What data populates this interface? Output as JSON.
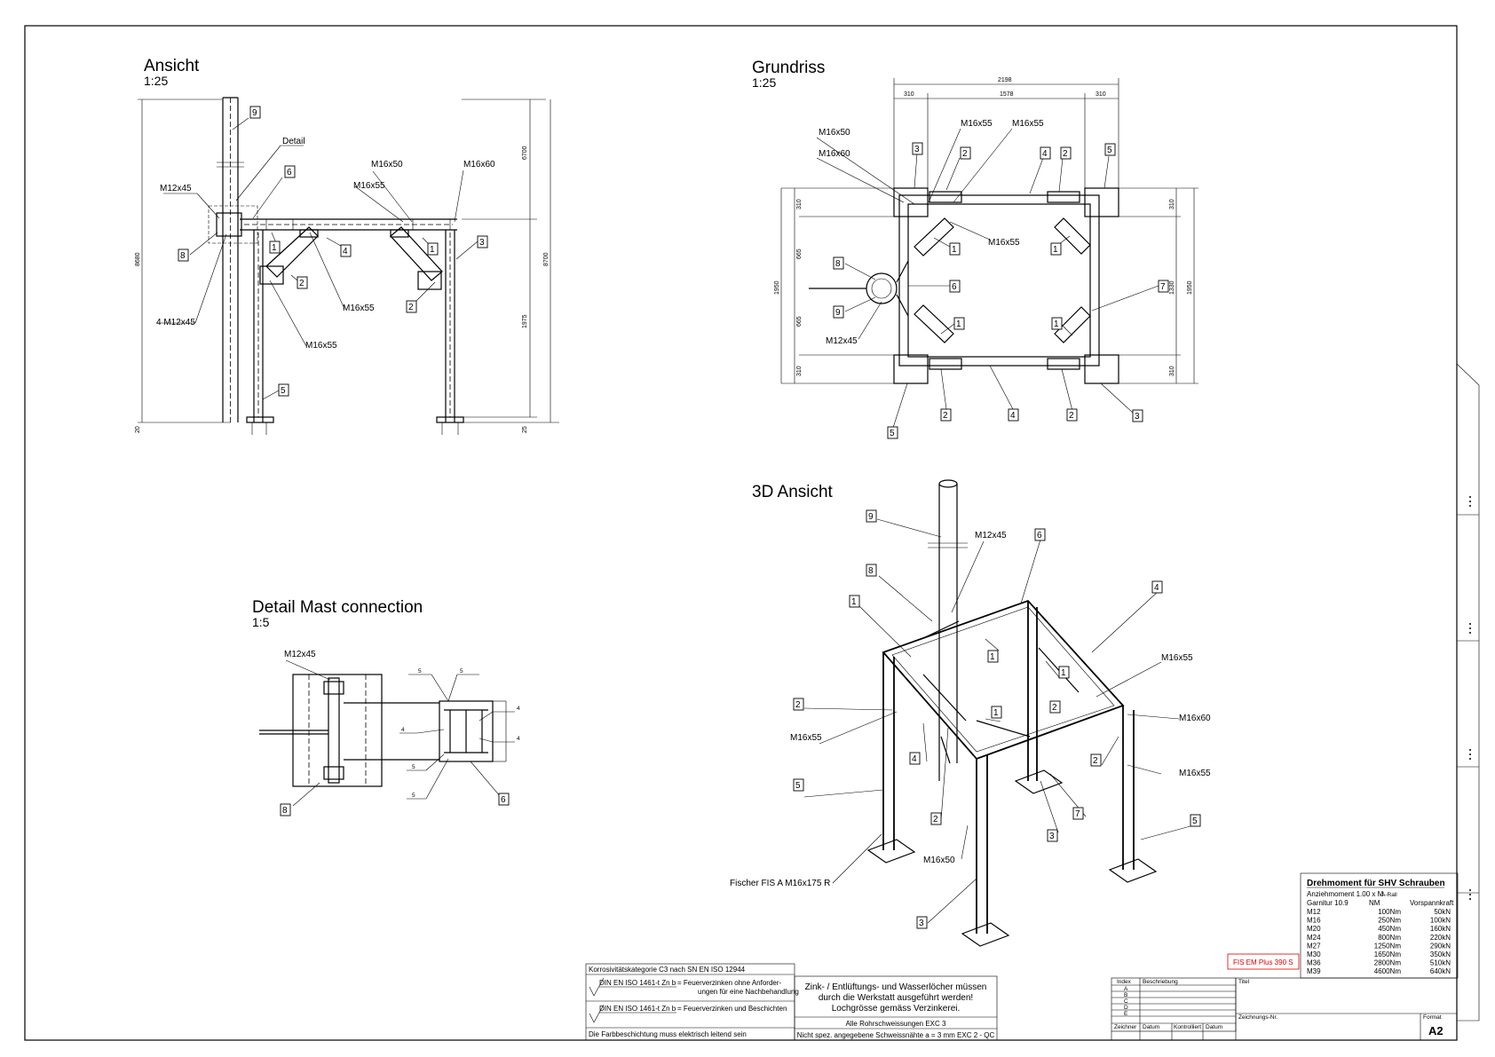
{
  "views": {
    "ansicht": {
      "title": "Ansicht",
      "scale": "1:25"
    },
    "grundriss": {
      "title": "Grundriss",
      "scale": "1:25"
    },
    "ansicht3d": {
      "title": "3D Ansicht"
    },
    "detail": {
      "title": "Detail Mast connection",
      "scale": "1:5"
    }
  },
  "ansicht_labels": {
    "detail": "Detail",
    "m12x45": "M12x45",
    "m16x50": "M16x50",
    "m16x60": "M16x60",
    "m16x55_a": "M16x55",
    "m16x55_b": "M16x55",
    "m16x55_c": "M16x55",
    "four_m12x45": "4 M12x45",
    "n9": "9",
    "n6": "6",
    "n8": "8",
    "n1a": "1",
    "n1b": "1",
    "n4": "4",
    "n2a": "2",
    "n2b": "2",
    "n3": "3",
    "n5": "5"
  },
  "ansicht_dims": {
    "d6700": "6700",
    "d8700": "8700",
    "d8680": "8680",
    "d1975": "1975",
    "d20": "20",
    "d25": "25"
  },
  "grundriss_labels": {
    "m16x50": "M16x50",
    "m16x60": "M16x60",
    "m16x55_a": "M16x55",
    "m16x55_b": "M16x55",
    "m16x55_c": "M16x55",
    "m12x45": "M12x45",
    "n3a": "3",
    "n2a": "2",
    "n4a": "4",
    "n2b": "2",
    "n5a": "5",
    "n1a": "1",
    "n1b": "1",
    "n8": "8",
    "n6": "6",
    "n9": "9",
    "n7": "7",
    "n1c": "1",
    "n1d": "1",
    "n2c": "2",
    "n4b": "4",
    "n2d": "2",
    "n3b": "3",
    "n5b": "5"
  },
  "grundriss_dims": {
    "d2198": "2198",
    "d310a": "310",
    "d1578": "1578",
    "d310b": "310",
    "d310l1": "310",
    "d665a": "665",
    "d1950l": "1950",
    "d665b": "665",
    "d310l2": "310",
    "d310r1": "310",
    "d1330": "1330",
    "d1950r": "1950",
    "d310r2": "310"
  },
  "iso_labels": {
    "n9": "9",
    "m12x45": "M12x45",
    "n6": "6",
    "n8": "8",
    "n4a": "4",
    "n1a": "1",
    "n1b": "1",
    "n1c": "1",
    "n2a": "2",
    "m16x55_a": "M16x55",
    "m16x55_b": "M16x55",
    "n2b": "2",
    "n1d": "1",
    "n4b": "4",
    "m16x60": "M16x60",
    "n2c": "2",
    "m16x55_c": "M16x55",
    "n5a": "5",
    "n2d": "2",
    "n7": "7",
    "n3a": "3",
    "n5b": "5",
    "m16x50": "M16x50",
    "fischer": "Fischer FIS A M16x175 R",
    "n3b": "3"
  },
  "detail_labels": {
    "m12x45": "M12x45",
    "n8": "8",
    "n6": "6",
    "w5a": "5",
    "w5b": "5",
    "w4a": "4",
    "w4b": "4",
    "w4c": "4",
    "w5c": "5",
    "w5d": "5"
  },
  "torque": {
    "title": "Drehmoment für SHV Schrauben",
    "subtitle": "Anziehmoment 1.00 x M",
    "subtitle_small": "A-Rall",
    "headers": [
      "Garnitur 10.9",
      "NM",
      "Vorspannkraft"
    ],
    "rows": [
      [
        "M12",
        "100Nm",
        "50kN"
      ],
      [
        "M16",
        "250Nm",
        "100kN"
      ],
      [
        "M20",
        "450Nm",
        "160kN"
      ],
      [
        "M24",
        "800Nm",
        "220kN"
      ],
      [
        "M27",
        "1250Nm",
        "290kN"
      ],
      [
        "M30",
        "1650Nm",
        "350kN"
      ],
      [
        "M36",
        "2800Nm",
        "510kN"
      ],
      [
        "M39",
        "4600Nm",
        "640kN"
      ]
    ]
  },
  "stamp": "FIS EM Plus 390 S",
  "notes": {
    "korrosion": "Korrosivitätskategorie C3 nach SN EN ISO 12944",
    "din1_ref": "DIN EN ISO 1461-t Zn b",
    "din1_text1": "= Feuerverzinken ohne Anforder-",
    "din1_text2": "ungen für eine Nachbehandlung",
    "din2_ref": "DIN EN ISO 1461-t Zn b",
    "din2_text": "= Feuerverzinken und Beschichten",
    "farb": "Die Farbbeschichtung muss elektrisch leitend sein",
    "zink1": "Zink- / Entlüftungs- und Wasserlöcher müssen",
    "zink2": "durch die Werkstatt ausgeführt werden!",
    "zink3": "Lochgrösse gemäss Verzinkerei.",
    "exc": "Alle Rohrschweissungen EXC 3",
    "weld": "Nicht spez. angegebene Schweissnähte a = 3 mm EXC 2 - QC"
  },
  "revision": {
    "h_index": "Index",
    "h_desc": "Beschriebung",
    "letters": [
      "A",
      "B",
      "C",
      "D",
      "E"
    ],
    "f_zeichner": "Zeichner",
    "f_datum": "Datum",
    "f_kontrolliert": "Kontrolliert",
    "f_datum2": "Datum"
  },
  "titleblock": {
    "titel": "Titel",
    "zeichnungs_nr": "Zeichnungs-Nr.",
    "format_label": "Format",
    "format": "A2"
  }
}
